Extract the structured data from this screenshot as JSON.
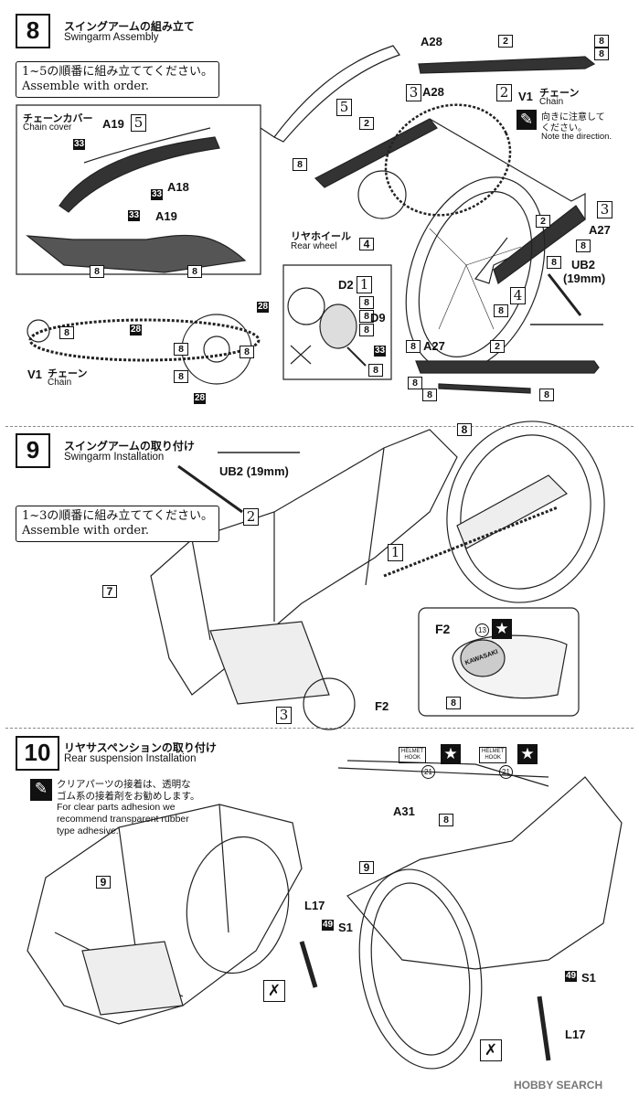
{
  "step8": {
    "number": "8",
    "title_jp": "スイングアームの組み立て",
    "title_en": "Swingarm Assembly",
    "note_jp": "1~5の順番に組み立ててください。",
    "note_en": "Assemble with order.",
    "chain_cover_jp": "チェーンカバー",
    "chain_cover_en": "Chain cover",
    "chain_jp": "チェーン",
    "chain_en": "Chain",
    "v1": "V1",
    "v1b": "V1",
    "chain_jp2": "チェーン",
    "chain_en2": "Chain",
    "direction_jp1": "向きに注意して",
    "direction_jp2": "ください。",
    "direction_en": "Note the direction.",
    "rear_wheel_jp": "リヤホイール",
    "rear_wheel_en": "Rear wheel",
    "parts": {
      "a19": "A19",
      "a18": "A18",
      "a19b": "A19",
      "a28": "A28",
      "a28b": "A28",
      "a27": "A27",
      "a27b": "A27",
      "ub2": "UB2",
      "ub2_size": "(19mm)",
      "d2": "D2",
      "d9": "D9"
    },
    "refs": {
      "c33": "33",
      "c28": "28",
      "c8": "8",
      "c2": "2",
      "c4": "4"
    },
    "order": {
      "o1": "1",
      "o2": "2",
      "o3": "3",
      "o4": "4",
      "o5": "5"
    }
  },
  "step9": {
    "number": "9",
    "title_jp": "スイングアームの取り付け",
    "title_en": "Swingarm Installation",
    "note_jp": "1~3の順番に組み立ててください。",
    "note_en": "Assemble with order.",
    "ub2": "UB2 (19mm)",
    "f2": "F2",
    "f2b": "F2",
    "ref7": "7",
    "ref8": "8",
    "ref8b": "8",
    "ref13": "13",
    "o1": "1",
    "o2": "2",
    "o3": "3",
    "kawasaki": "KAWASAKI",
    "star": "★"
  },
  "step10": {
    "number": "10",
    "title_jp": "リヤサスペンションの取り付け",
    "title_en": "Rear suspension Installation",
    "clear_jp1": "クリアパーツの接着は、透明な",
    "clear_jp2": "ゴム系の接着剤をお勧めします。",
    "clear_en1": "For clear parts adhesion we",
    "clear_en2": "recommend transparent rubber",
    "clear_en3": "type adhesive.",
    "helmet1": "HELMET",
    "hook1": "HOOK",
    "helmet2": "HELMET",
    "hook2": "HOOK",
    "c21a": "21",
    "c21b": "21",
    "a31": "A31",
    "ref8": "8",
    "ref9a": "9",
    "ref9b": "9",
    "l17a": "L17",
    "l17b": "L17",
    "s1a": "S1",
    "s1b": "S1",
    "c49a": "49",
    "c49b": "49",
    "star": "★"
  },
  "watermark": "HOBBY SEARCH"
}
